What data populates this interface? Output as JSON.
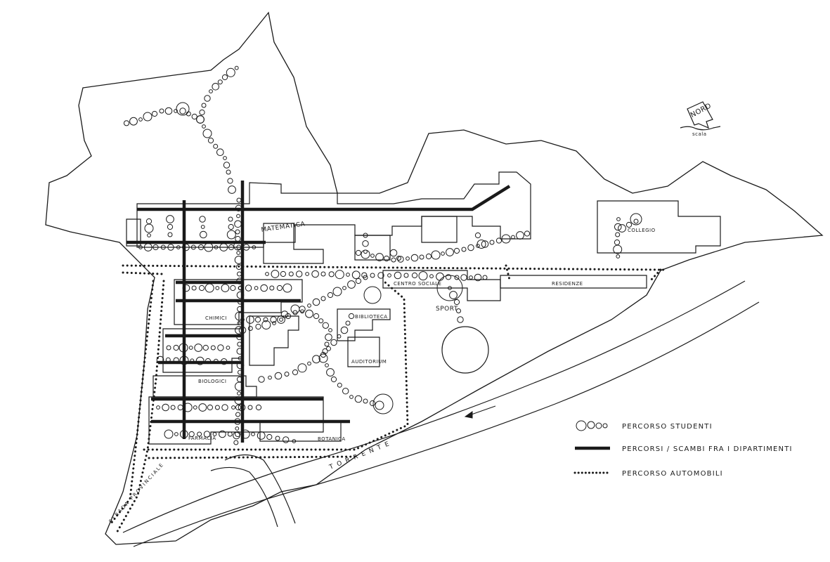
{
  "map": {
    "labels": {
      "matematica": "MATEMATICA",
      "chimici": "CHIMICI",
      "biologici": "BIOLOGICI",
      "farmacia": "FARMACIA",
      "botanica": "BOTANICA",
      "biblioteca": "BIBLIOTECA",
      "auditorium": "AUDITORIUM",
      "centro_sociale": "CENTRO SOCIALE",
      "sport": "SPORT",
      "collegio": "COLLEGIO",
      "residenze": "RESIDENZE",
      "torrente": "TORRENTE",
      "strada_provinciale": "STRADA PROVINCIALE"
    },
    "north_arrow": {
      "label": "NORD",
      "scale_note": "scala"
    },
    "legend": [
      {
        "key": "students",
        "label": "PERCORSO STUDENTI"
      },
      {
        "key": "departments",
        "label": "PERCORSI / SCAMBI FRA I DIPARTIMENTI"
      },
      {
        "key": "cars",
        "label": "PERCORSO AUTOMOBILI"
      }
    ],
    "colors": {
      "ink": "#1a1a1a",
      "paper": "#ffffff"
    }
  }
}
